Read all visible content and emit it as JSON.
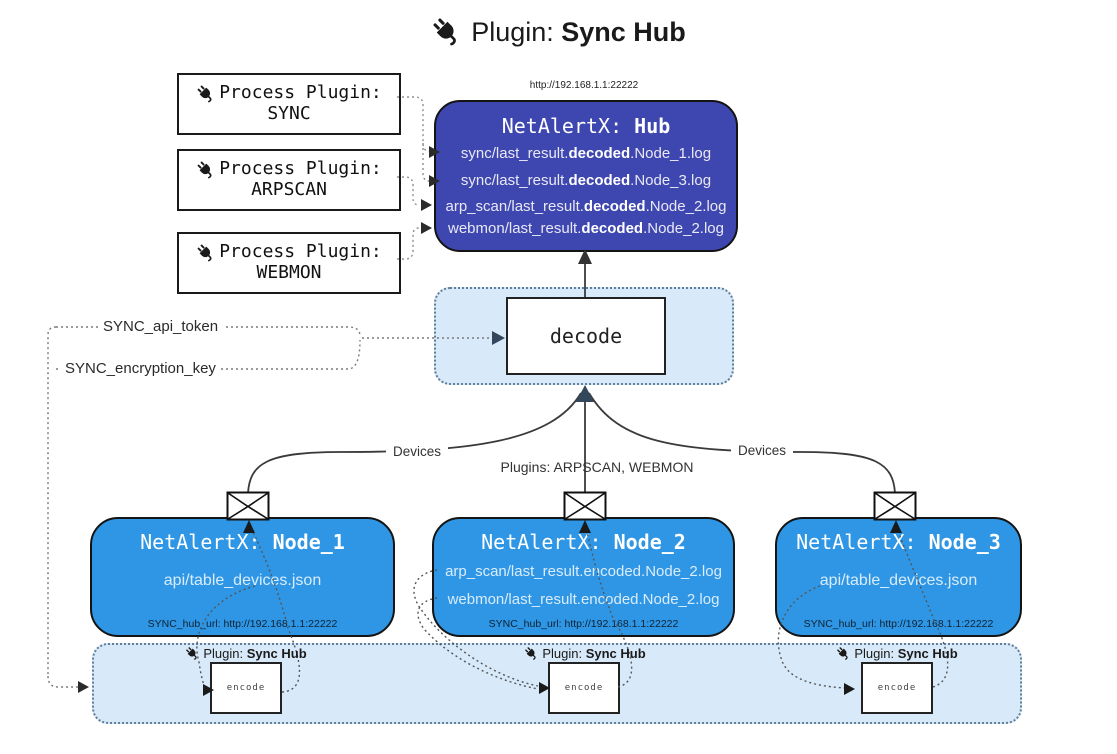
{
  "title": {
    "prefix": "Plugin: ",
    "bold": "Sync Hub"
  },
  "hub": {
    "url": "http://192.168.1.1:22222",
    "title_prefix": "NetAlertX: ",
    "title_bold": "Hub",
    "lines": [
      {
        "pre": "sync/last_result.",
        "bold": "decoded",
        "post": ".Node_1.log"
      },
      {
        "pre": "sync/last_result.",
        "bold": "decoded",
        "post": ".Node_3.log"
      },
      {
        "pre": "arp_scan/last_result.",
        "bold": "decoded",
        "post": ".Node_2.log"
      },
      {
        "pre": "webmon/last_result.",
        "bold": "decoded",
        "post": ".Node_2.log"
      }
    ]
  },
  "process_plugins": [
    {
      "label": "Process Plugin:",
      "name": "SYNC"
    },
    {
      "label": "Process Plugin:",
      "name": "ARPSCAN"
    },
    {
      "label": "Process Plugin:",
      "name": "WEBMON"
    }
  ],
  "decode": {
    "label": "decode"
  },
  "secrets": {
    "api_token": "SYNC_api_token",
    "encryption_key": "SYNC_encryption_key"
  },
  "edges": {
    "left": "Devices",
    "center": "Plugins: ARPSCAN, WEBMON",
    "right": "Devices"
  },
  "nodes": [
    {
      "title_prefix": "NetAlertX: ",
      "title_bold": "Node_1",
      "lines": [
        "api/table_devices.json"
      ],
      "hub_url": "SYNC_hub_url: http://192.168.1.1:22222"
    },
    {
      "title_prefix": "NetAlertX: ",
      "title_bold": "Node_2",
      "lines": [
        "arp_scan/last_result.encoded.Node_2.log",
        "webmon/last_result.encoded.Node_2.log"
      ],
      "hub_url": "SYNC_hub_url: http://192.168.1.1:22222"
    },
    {
      "title_prefix": "NetAlertX: ",
      "title_bold": "Node_3",
      "lines": [
        "api/table_devices.json"
      ],
      "hub_url": "SYNC_hub_url: http://192.168.1.1:22222"
    }
  ],
  "encoders": [
    {
      "label_prefix": "Plugin: ",
      "label_bold": "Sync Hub",
      "box": "encode"
    },
    {
      "label_prefix": "Plugin: ",
      "label_bold": "Sync Hub",
      "box": "encode"
    },
    {
      "label_prefix": "Plugin: ",
      "label_bold": "Sync Hub",
      "box": "encode"
    }
  ],
  "colors": {
    "hub_bg": "#3E46B0",
    "node_bg": "#2E96E5",
    "container_bg": "#D8E9F9",
    "container_border": "#5F7E99",
    "arrow_dark": "#33475b"
  }
}
